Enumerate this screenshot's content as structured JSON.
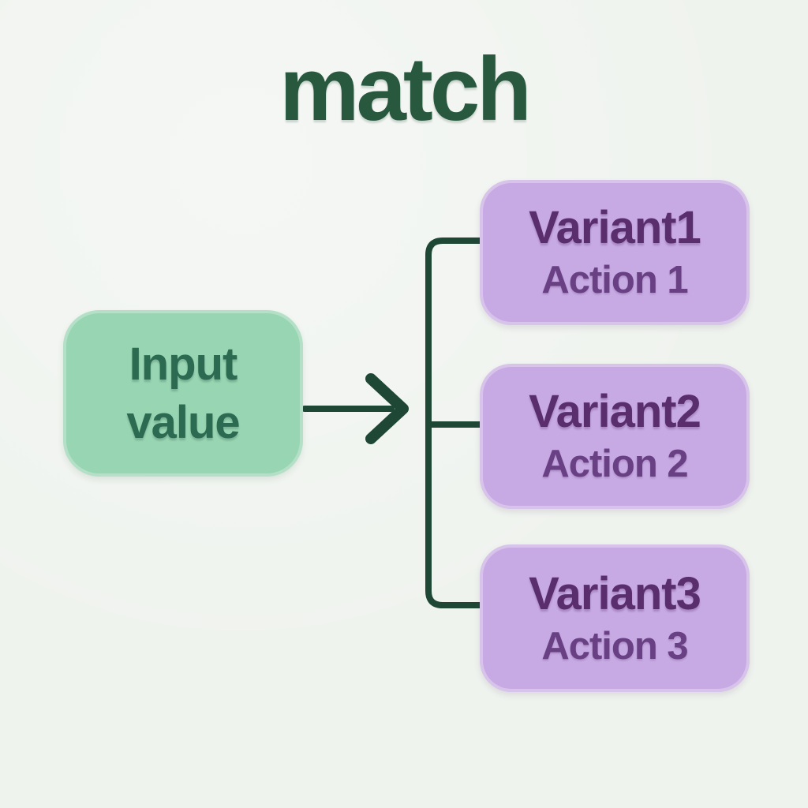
{
  "title": "match",
  "colors": {
    "background": "#eff3ee",
    "title_green": "#28593f",
    "connector_green": "#1f4736",
    "input_box_fill": "#98d5b2",
    "input_box_text": "#2c6b51",
    "variant_box_fill": "#c7aae3",
    "variant_title_text": "#5a2d6d",
    "variant_action_text": "#6a4085"
  },
  "diagram": {
    "type": "match-expression-flow",
    "input_node": {
      "line1": "Input",
      "line2": "value"
    },
    "connector": {
      "arrow_icon": "right-arrow",
      "bracket": "three-way-fork"
    },
    "branches": [
      {
        "variant": "Variant1",
        "action": "Action 1"
      },
      {
        "variant": "Variant2",
        "action": "Action 2"
      },
      {
        "variant": "Variant3",
        "action": "Action 3"
      }
    ]
  }
}
